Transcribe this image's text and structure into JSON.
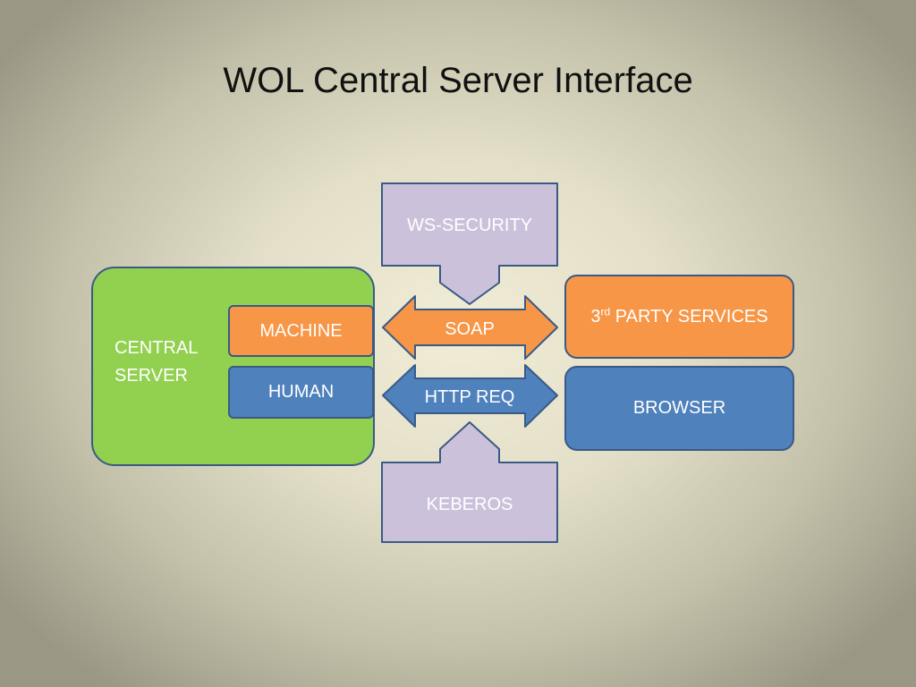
{
  "slide": {
    "title": "WOL Central Server Interface"
  },
  "central_server": {
    "label": "CENTRAL\nSERVER",
    "machine_label": "MACHINE",
    "human_label": "HUMAN"
  },
  "connectors": {
    "soap_label": "SOAP",
    "http_label": "HTTP REQ"
  },
  "security": {
    "ws_security_label": "WS-SECURITY",
    "kerberos_label": "KEBEROS"
  },
  "clients": {
    "third_party_prefix": "3",
    "third_party_superscript": "rd",
    "third_party_suffix": " PARTY SERVICES",
    "browser_label": "BROWSER"
  },
  "colors": {
    "green_block": "#92d050",
    "orange_block": "#f79646",
    "blue_block": "#4f81bd",
    "lavender_block": "#ccc1da",
    "outline": "#3a5a86"
  }
}
